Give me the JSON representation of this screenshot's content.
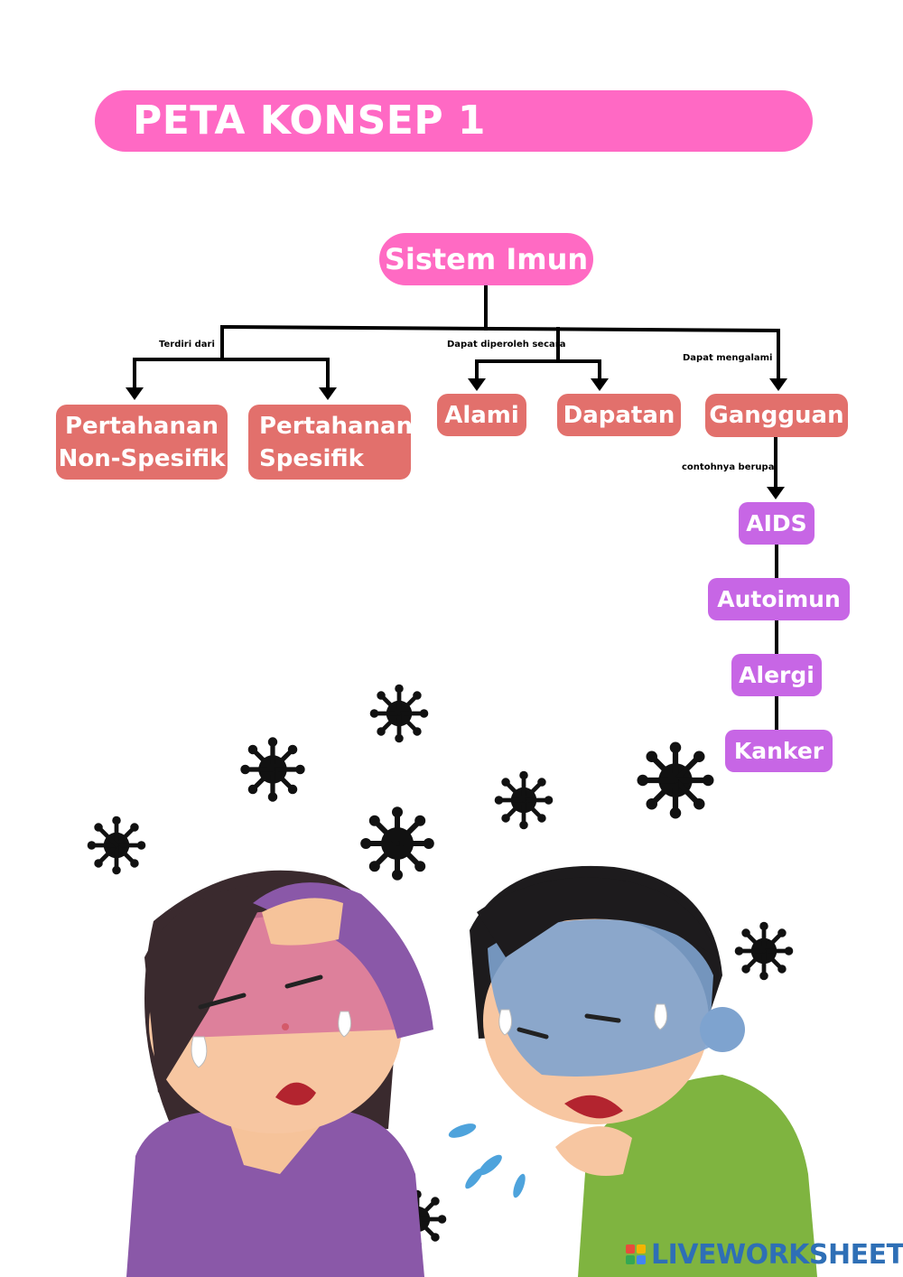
{
  "title": "PETA KONSEP 1",
  "root": "Sistem Imun",
  "links": {
    "terdiri": "Terdiri dari",
    "diperoleh": "Dapat diperoleh secara",
    "mengalami": "Dapat mengalami",
    "contohnya": "contohnya berupa"
  },
  "nodes": {
    "non_spesifik": [
      "Pertahanan",
      "Non-Spesifik"
    ],
    "spesifik": [
      "Pertahanan",
      "Spesifik"
    ],
    "alami": "Alami",
    "dapatan": "Dapatan",
    "gangguan": "Gangguan"
  },
  "disorders": [
    "AIDS",
    "Autoimun",
    "Alergi",
    "Kanker"
  ],
  "watermark": "LIVEWORKSHEETS",
  "colors": {
    "title_bg": "#ff69c4",
    "root_bg": "#ff6ac3",
    "category_bg": "#e2706c",
    "disorder_bg": "#c766e5",
    "watermark": "#2e6fb6"
  }
}
